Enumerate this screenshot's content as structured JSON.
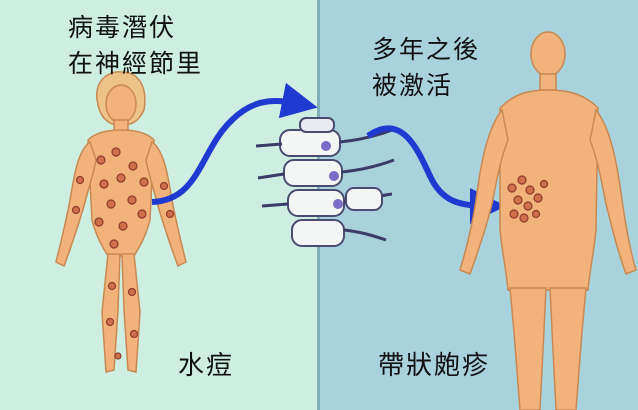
{
  "captions": {
    "latent_line1": "病毒潛伏",
    "latent_line2": "在神經節里",
    "activated_line1": "多年之後",
    "activated_line2": "被激活",
    "chickenpox": "水痘",
    "shingles": "帶狀皰疹"
  },
  "colors": {
    "left_background": "#cdeee0",
    "right_background": "#a9d3dc",
    "skin": "#f1b27c",
    "skin_outline": "#c98852",
    "arrow": "#1f3ad0",
    "rash": "#b5503c"
  },
  "icons": [
    "woman-figure",
    "spine-ganglion",
    "man-figure",
    "arrow-right"
  ]
}
